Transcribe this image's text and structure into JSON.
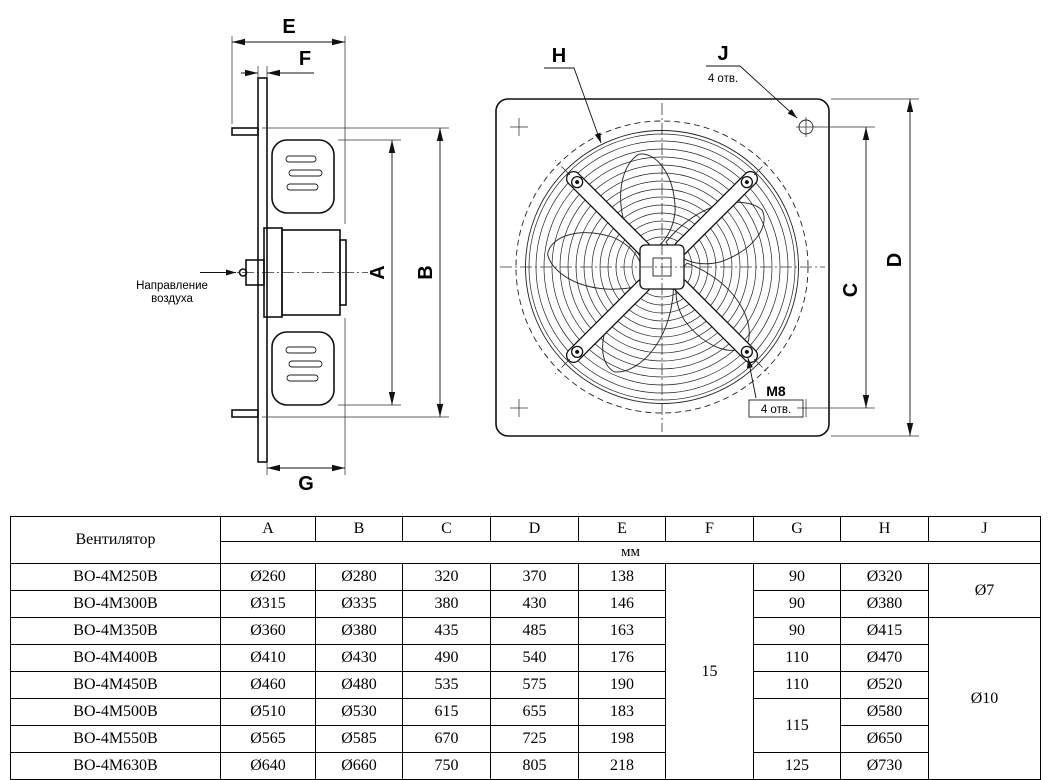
{
  "side_view": {
    "labels": {
      "E": "E",
      "F": "F",
      "A": "A",
      "B": "B",
      "G": "G"
    },
    "airflow": {
      "line1": "Направление",
      "line2": "воздуха"
    }
  },
  "front_view": {
    "labels": {
      "H": "H",
      "J": "J",
      "C": "C",
      "D": "D"
    },
    "j_note": "4 отв.",
    "bolt": {
      "label": "M8",
      "note": "4 отв."
    }
  },
  "table": {
    "fan_column_label": "Вентилятор",
    "columns": [
      "A",
      "B",
      "C",
      "D",
      "E",
      "F",
      "G",
      "H",
      "J"
    ],
    "units_label": "мм",
    "rows": [
      {
        "model": "ВО-4М250В",
        "A": "Ø260",
        "B": "Ø280",
        "C": "320",
        "D": "370",
        "E": "138",
        "G": "90",
        "H": "Ø320"
      },
      {
        "model": "ВО-4М300В",
        "A": "Ø315",
        "B": "Ø335",
        "C": "380",
        "D": "430",
        "E": "146",
        "G": "90",
        "H": "Ø380"
      },
      {
        "model": "ВО-4М350В",
        "A": "Ø360",
        "B": "Ø380",
        "C": "435",
        "D": "485",
        "E": "163",
        "G": "90",
        "H": "Ø415"
      },
      {
        "model": "ВО-4М400В",
        "A": "Ø410",
        "B": "Ø430",
        "C": "490",
        "D": "540",
        "E": "176",
        "G": "110",
        "H": "Ø470"
      },
      {
        "model": "ВО-4М450В",
        "A": "Ø460",
        "B": "Ø480",
        "C": "535",
        "D": "575",
        "E": "190",
        "G": "110",
        "H": "Ø520"
      },
      {
        "model": "ВО-4М500В",
        "A": "Ø510",
        "B": "Ø530",
        "C": "615",
        "D": "655",
        "E": "183",
        "H": "Ø580"
      },
      {
        "model": "ВО-4М550В",
        "A": "Ø565",
        "B": "Ø585",
        "C": "670",
        "D": "725",
        "E": "198",
        "H": "Ø650"
      },
      {
        "model": "ВО-4М630В",
        "A": "Ø640",
        "B": "Ø660",
        "C": "750",
        "D": "805",
        "E": "218",
        "G": "125",
        "H": "Ø730"
      }
    ],
    "merged": {
      "F_all": "15",
      "J_first": "Ø7",
      "J_rest": "Ø10",
      "G_mid": "115"
    }
  }
}
